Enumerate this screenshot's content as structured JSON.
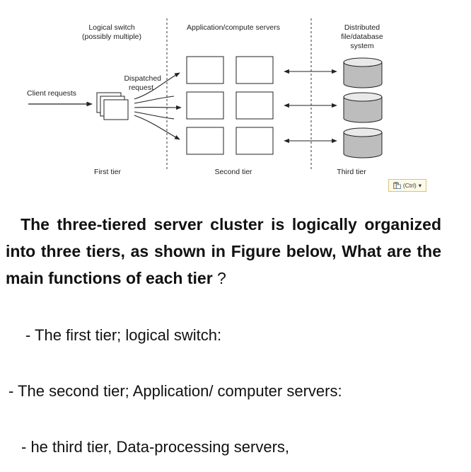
{
  "diagram": {
    "labels": {
      "logical_switch": "Logical switch",
      "possibly_multiple": "(possibly multiple)",
      "app_servers": "Application/compute servers",
      "distributed_1": "Distributed",
      "distributed_2": "file/database",
      "distributed_3": "system",
      "dispatched_1": "Dispatched",
      "dispatched_2": "request",
      "client_requests": "Client requests",
      "first_tier": "First tier",
      "second_tier": "Second tier",
      "third_tier": "Third tier"
    }
  },
  "paste_options": {
    "label": "(Ctrl)",
    "arrow": "▾"
  },
  "question": {
    "text": "The three-tiered server cluster is logically organized into three tiers, as shown in Figure below, What are the main functions of each tier",
    "mark": "?"
  },
  "answers": {
    "first": "- The first tier; logical switch:",
    "second": "-  The second tier; Application/ computer servers:",
    "third": "- he third tier, Data-processing servers,"
  }
}
